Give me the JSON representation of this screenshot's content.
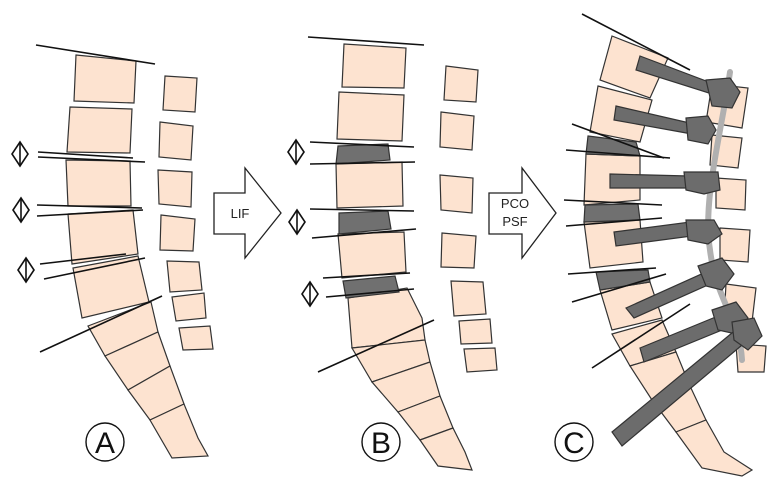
{
  "panels": [
    {
      "id": "A",
      "label": "A"
    },
    {
      "id": "B",
      "label": "B"
    },
    {
      "id": "C",
      "label": "C"
    }
  ],
  "arrows": [
    {
      "id": "lif",
      "label": "LIF"
    },
    {
      "id": "pco-psf",
      "label_line1": "PCO",
      "label_line2": "PSF"
    }
  ],
  "colors": {
    "bone": "#fde3d0",
    "outline": "#333333",
    "cage": "#707070",
    "screw": "#6c6c6c",
    "rod": "#b0b0b0",
    "line": "#111111"
  }
}
